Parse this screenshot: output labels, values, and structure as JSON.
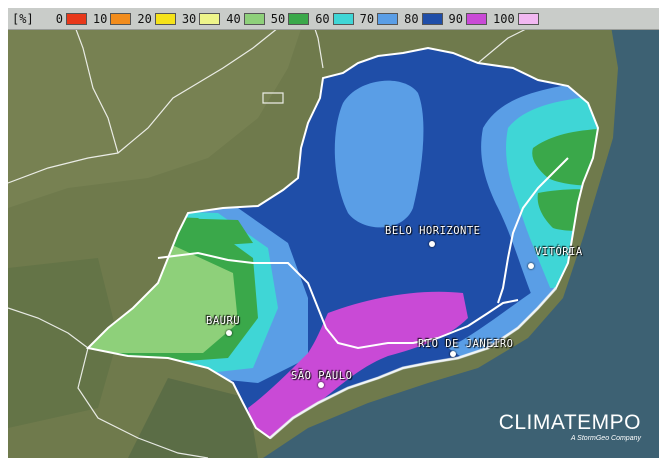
{
  "legend": {
    "unit": "[%]",
    "items": [
      {
        "value": "0",
        "color": "#e8381a"
      },
      {
        "value": "10",
        "color": "#f28c1c"
      },
      {
        "value": "20",
        "color": "#f5e21a"
      },
      {
        "value": "30",
        "color": "#eef58a"
      },
      {
        "value": "40",
        "color": "#8ed07a"
      },
      {
        "value": "50",
        "color": "#3aa84a"
      },
      {
        "value": "60",
        "color": "#3fd6d6"
      },
      {
        "value": "70",
        "color": "#5a9ee6"
      },
      {
        "value": "80",
        "color": "#1f4ea8"
      },
      {
        "value": "90",
        "color": "#c94ad6"
      },
      {
        "value": "100",
        "color": "#f2b8f2"
      }
    ]
  },
  "cities": {
    "belo_horizonte": "BELO HORIZONTE",
    "vitoria": "VITÓRIA",
    "bauru": "BAURU",
    "rio_de_janeiro": "RIO DE JANEIRO",
    "sao_paulo": "SÃO PAULO"
  },
  "brand": {
    "name": "CLIMATEMPO",
    "tagline": "A StormGeo Company"
  },
  "colors": {
    "ocean": "#3d6173",
    "land": "#6b7a4a",
    "border": "#ffffff"
  }
}
